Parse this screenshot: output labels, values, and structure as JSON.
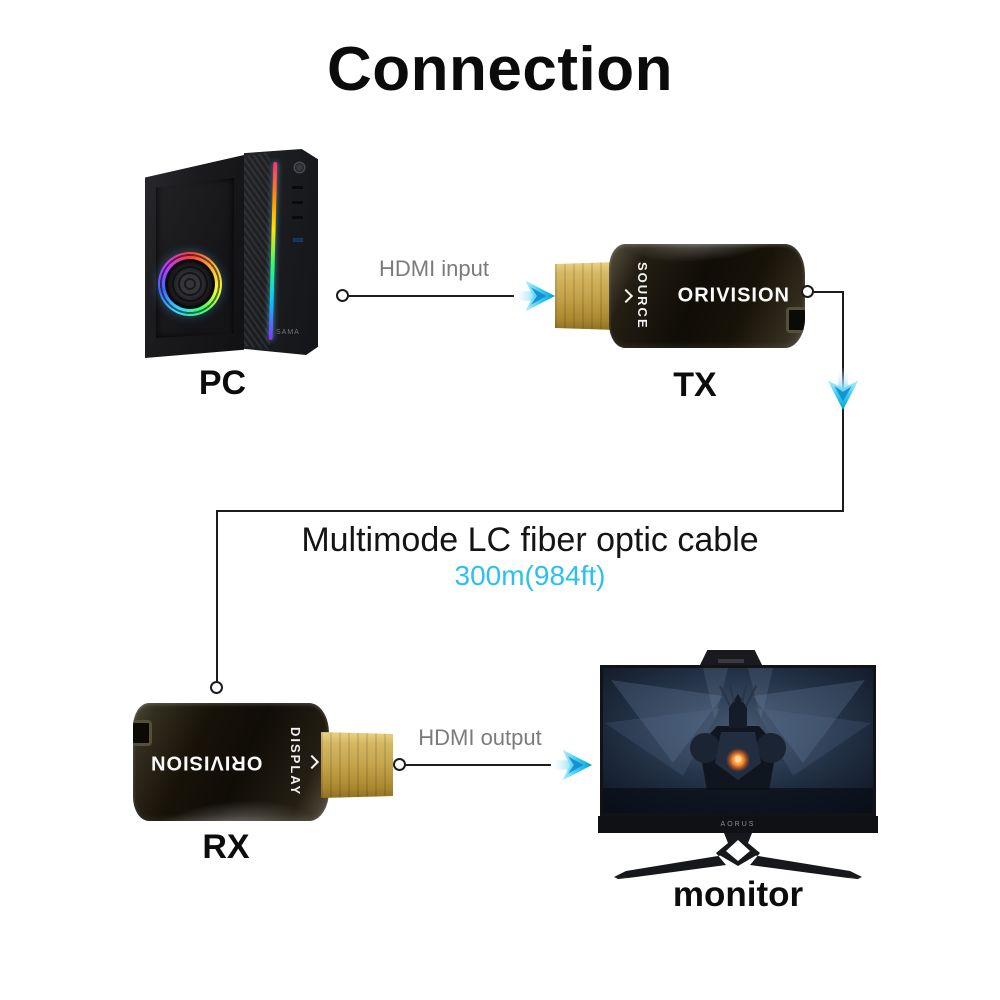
{
  "title": "Connection",
  "devices": {
    "pc": {
      "label": "PC",
      "case_brand": "SAMA"
    },
    "tx": {
      "label": "TX",
      "brand": "ORIVISION",
      "port_label": "SOURCE"
    },
    "rx": {
      "label": "RX",
      "brand": "ORIVISION",
      "port_label": "DISPLAY"
    },
    "monitor": {
      "label": "monitor",
      "bezel_brand": "AORUS"
    }
  },
  "connections": {
    "hdmi_input": {
      "label": "HDMI input"
    },
    "hdmi_output": {
      "label": "HDMI output"
    },
    "fiber": {
      "label": "Multimode LC fiber optic cable",
      "length": "300m(984ft)"
    }
  },
  "icons": {
    "tx_port_chevron": "chevron-right",
    "rx_port_chevron": "chevron-right",
    "flow_arrows": "cyan-gradient-arrow",
    "cable_nodes": "connector-dot"
  },
  "colors": {
    "accent_cyan": "#2bc1ef",
    "arrow_blue": "#009fd6",
    "line_black": "#1c1c1c",
    "label_gray": "#7b7b7b",
    "hdmi_gold": "#c3a24a",
    "background": "#ffffff"
  }
}
